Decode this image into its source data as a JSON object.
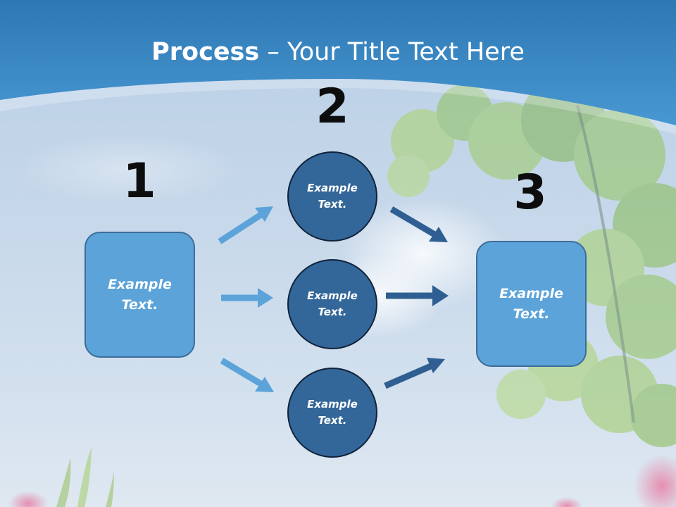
{
  "slide": {
    "title_bold": "Process",
    "title_rest": " – Your Title Text Here"
  },
  "steps": [
    {
      "number": "1",
      "label_line1": "Example",
      "label_line2": "Text."
    },
    {
      "number": "2"
    },
    {
      "number": "3",
      "label_line1": "Example",
      "label_line2": "Text."
    }
  ],
  "circles": [
    {
      "label_line1": "Example",
      "label_line2": "Text."
    },
    {
      "label_line1": "Example",
      "label_line2": "Text."
    },
    {
      "label_line1": "Example",
      "label_line2": "Text."
    }
  ],
  "colors": {
    "header_blue": "#3a8cc8",
    "box_fill": "#5ba3d9",
    "circle_fill": "#336699",
    "arrow_light": "#5ba3d9",
    "arrow_dark": "#2f5f92"
  }
}
